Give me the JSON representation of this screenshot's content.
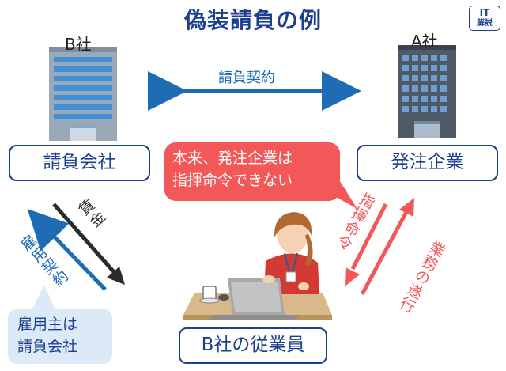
{
  "title": "偽装請負の例",
  "badge": {
    "line1": "IT",
    "line2": "解説"
  },
  "building_b": {
    "label": "B社"
  },
  "building_a": {
    "label": "A社"
  },
  "contract_arrow": {
    "label": "請負契約"
  },
  "box_contractor": {
    "label": "請負会社"
  },
  "box_client": {
    "label": "発注企業"
  },
  "box_employee": {
    "label": "B社の従業員"
  },
  "bubble_red": {
    "line1": "本来、発注企業は",
    "line2": "指揮命令できない"
  },
  "bubble_employer": {
    "line1": "雇用主は",
    "line2": "請負会社"
  },
  "arrow_wages": {
    "label": "賃金"
  },
  "arrow_employment": {
    "label": "雇用契約"
  },
  "arrow_command": {
    "label": "指揮命令"
  },
  "arrow_work": {
    "label": "業務の遂行"
  },
  "colors": {
    "navy": "#1d3f8f",
    "blue_arrow": "#1e6cb3",
    "red": "#f35858",
    "dark_arrow": "#2b2b2b",
    "light_blue": "#dbeaf6"
  }
}
